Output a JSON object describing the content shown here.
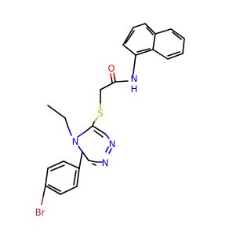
{
  "molecule": {
    "atoms": {
      "O": {
        "symbol": "O",
        "color": "#ff0000"
      },
      "NH": {
        "symbol": "N",
        "sub": "H",
        "color": "#0000ff"
      },
      "S": {
        "symbol": "S",
        "color": "#b3b300"
      },
      "N4": {
        "symbol": "N",
        "color": "#0000ff"
      },
      "N2": {
        "symbol": "N",
        "color": "#0000ff"
      },
      "N1": {
        "symbol": "N",
        "color": "#0000ff"
      },
      "Br": {
        "symbol": "Br",
        "color": "#a52a2a"
      }
    }
  }
}
